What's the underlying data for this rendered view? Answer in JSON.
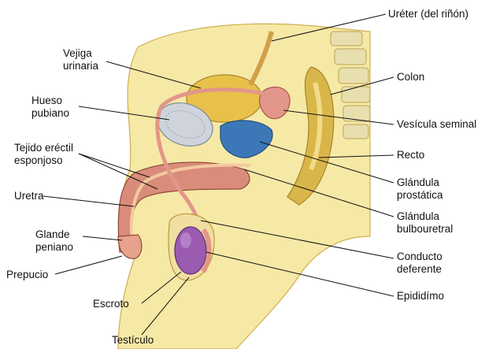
{
  "labels": {
    "ureter": "Uréter (del riñón)",
    "vejiga_1": "Vejiga",
    "vejiga_2": "urinaria",
    "hueso_1": "Hueso",
    "hueso_2": "pubiano",
    "tejido_1": "Tejido eréctil",
    "tejido_2": "esponjoso",
    "uretra": "Uretra",
    "glande_1": "Glande",
    "glande_2": "peniano",
    "prepucio": "Prepucio",
    "escroto": "Escroto",
    "testiculo": "Testículo",
    "colon": "Colon",
    "vesicula": "Vesícula seminal",
    "recto": "Recto",
    "prostatica_1": "Glándula",
    "prostatica_2": "prostática",
    "bulbo_1": "Glándula",
    "bulbo_2": "bulbouretral",
    "conducto_1": "Conducto",
    "conducto_2": "deferente",
    "epididimo": "Epididímo"
  },
  "colors": {
    "skin": "#f6e9a6",
    "skin_dark": "#e9d37a",
    "bladder": "#e8c14a",
    "bone": "#cfd4dc",
    "prostate": "#3c78b8",
    "tube": "#e3968a",
    "erectile": "#d98c7a",
    "testis": "#9a5bb0",
    "colon": "#d9b64a"
  }
}
